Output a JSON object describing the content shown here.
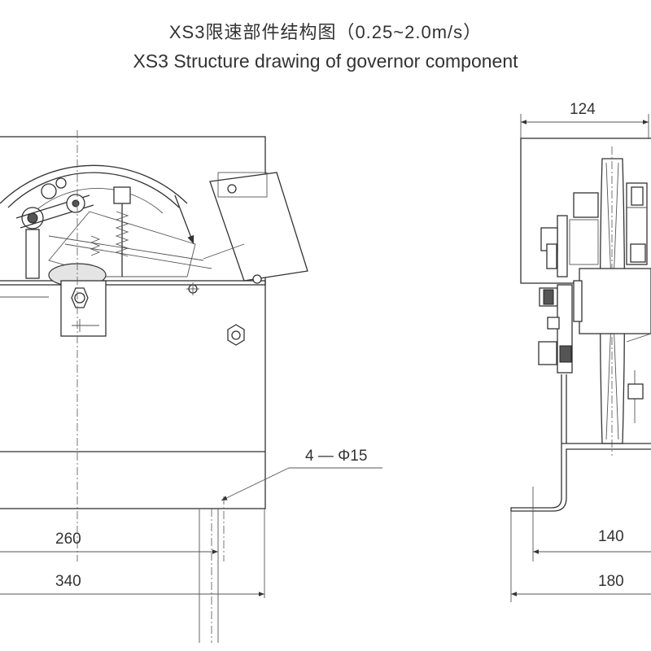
{
  "title": {
    "chinese": "XS3限速部件结构图（0.25~2.0m/s）",
    "english": "XS3 Structure drawing of governor component"
  },
  "front_view": {
    "dim_hole": "4 — Φ15",
    "dim_inner": "260",
    "dim_outer": "340"
  },
  "side_view": {
    "dim_top": "124",
    "dim_inner": "140",
    "dim_outer": "180"
  }
}
